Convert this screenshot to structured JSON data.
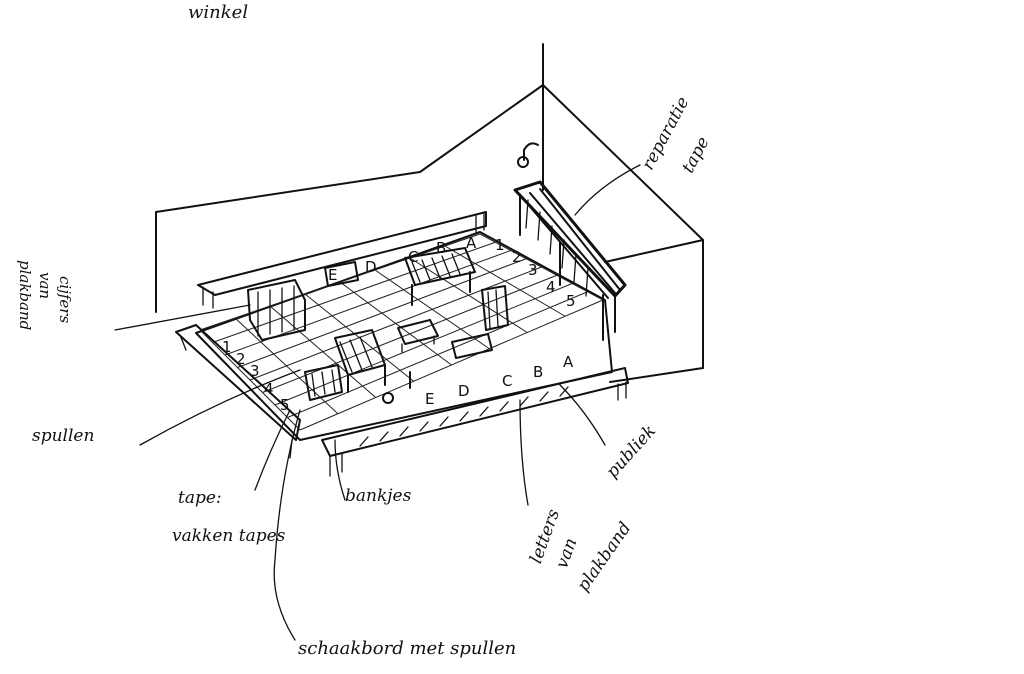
{
  "title": "winkel",
  "labels": {
    "reparatie_tape": [
      "reparatie",
      "tape"
    ],
    "cijfers": [
      "cijfers",
      "van",
      "plakband"
    ],
    "spullen": "spullen",
    "tape": [
      "tape:",
      "vakken tapes"
    ],
    "bankjes": "bankjes",
    "letters": [
      "letters",
      "van",
      "plakband"
    ],
    "publiek": "publiek",
    "schaakbord": "schaakbord met spullen"
  },
  "floor_letters": [
    "A",
    "B",
    "C",
    "D",
    "E"
  ],
  "floor_numbers": [
    "1",
    "2",
    "3",
    "4",
    "5"
  ]
}
